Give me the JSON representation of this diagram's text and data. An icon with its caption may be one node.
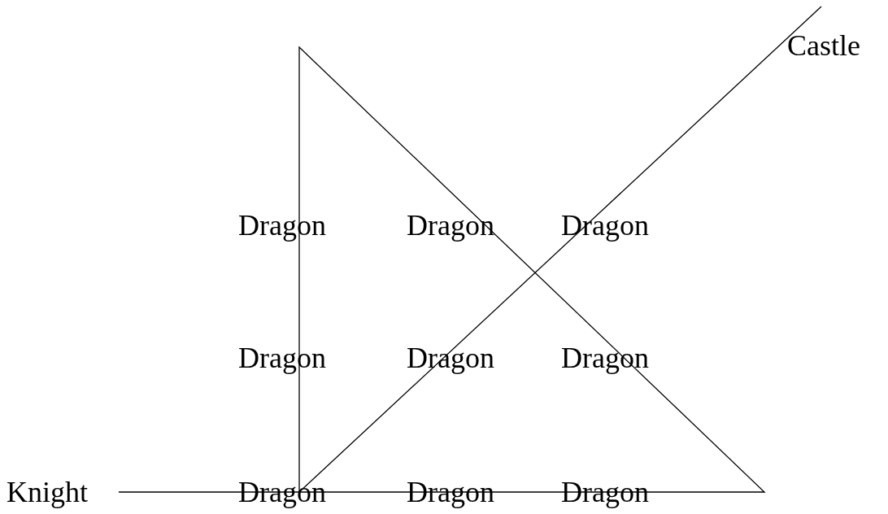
{
  "diagram": {
    "nodes": [
      {
        "text": [
          "Knight"
        ]
      },
      {
        "text": [
          "Castle"
        ]
      }
    ],
    "edges": [
      {
        "from": 0,
        "to": 1,
        "arrow": "none"
      }
    ],
    "labels": [
      "Dragon",
      "Dragon",
      "Dragon",
      "Dragon",
      "Dragon",
      "Dragon",
      "Dragon",
      "Dragon",
      "Dragon"
    ]
  }
}
